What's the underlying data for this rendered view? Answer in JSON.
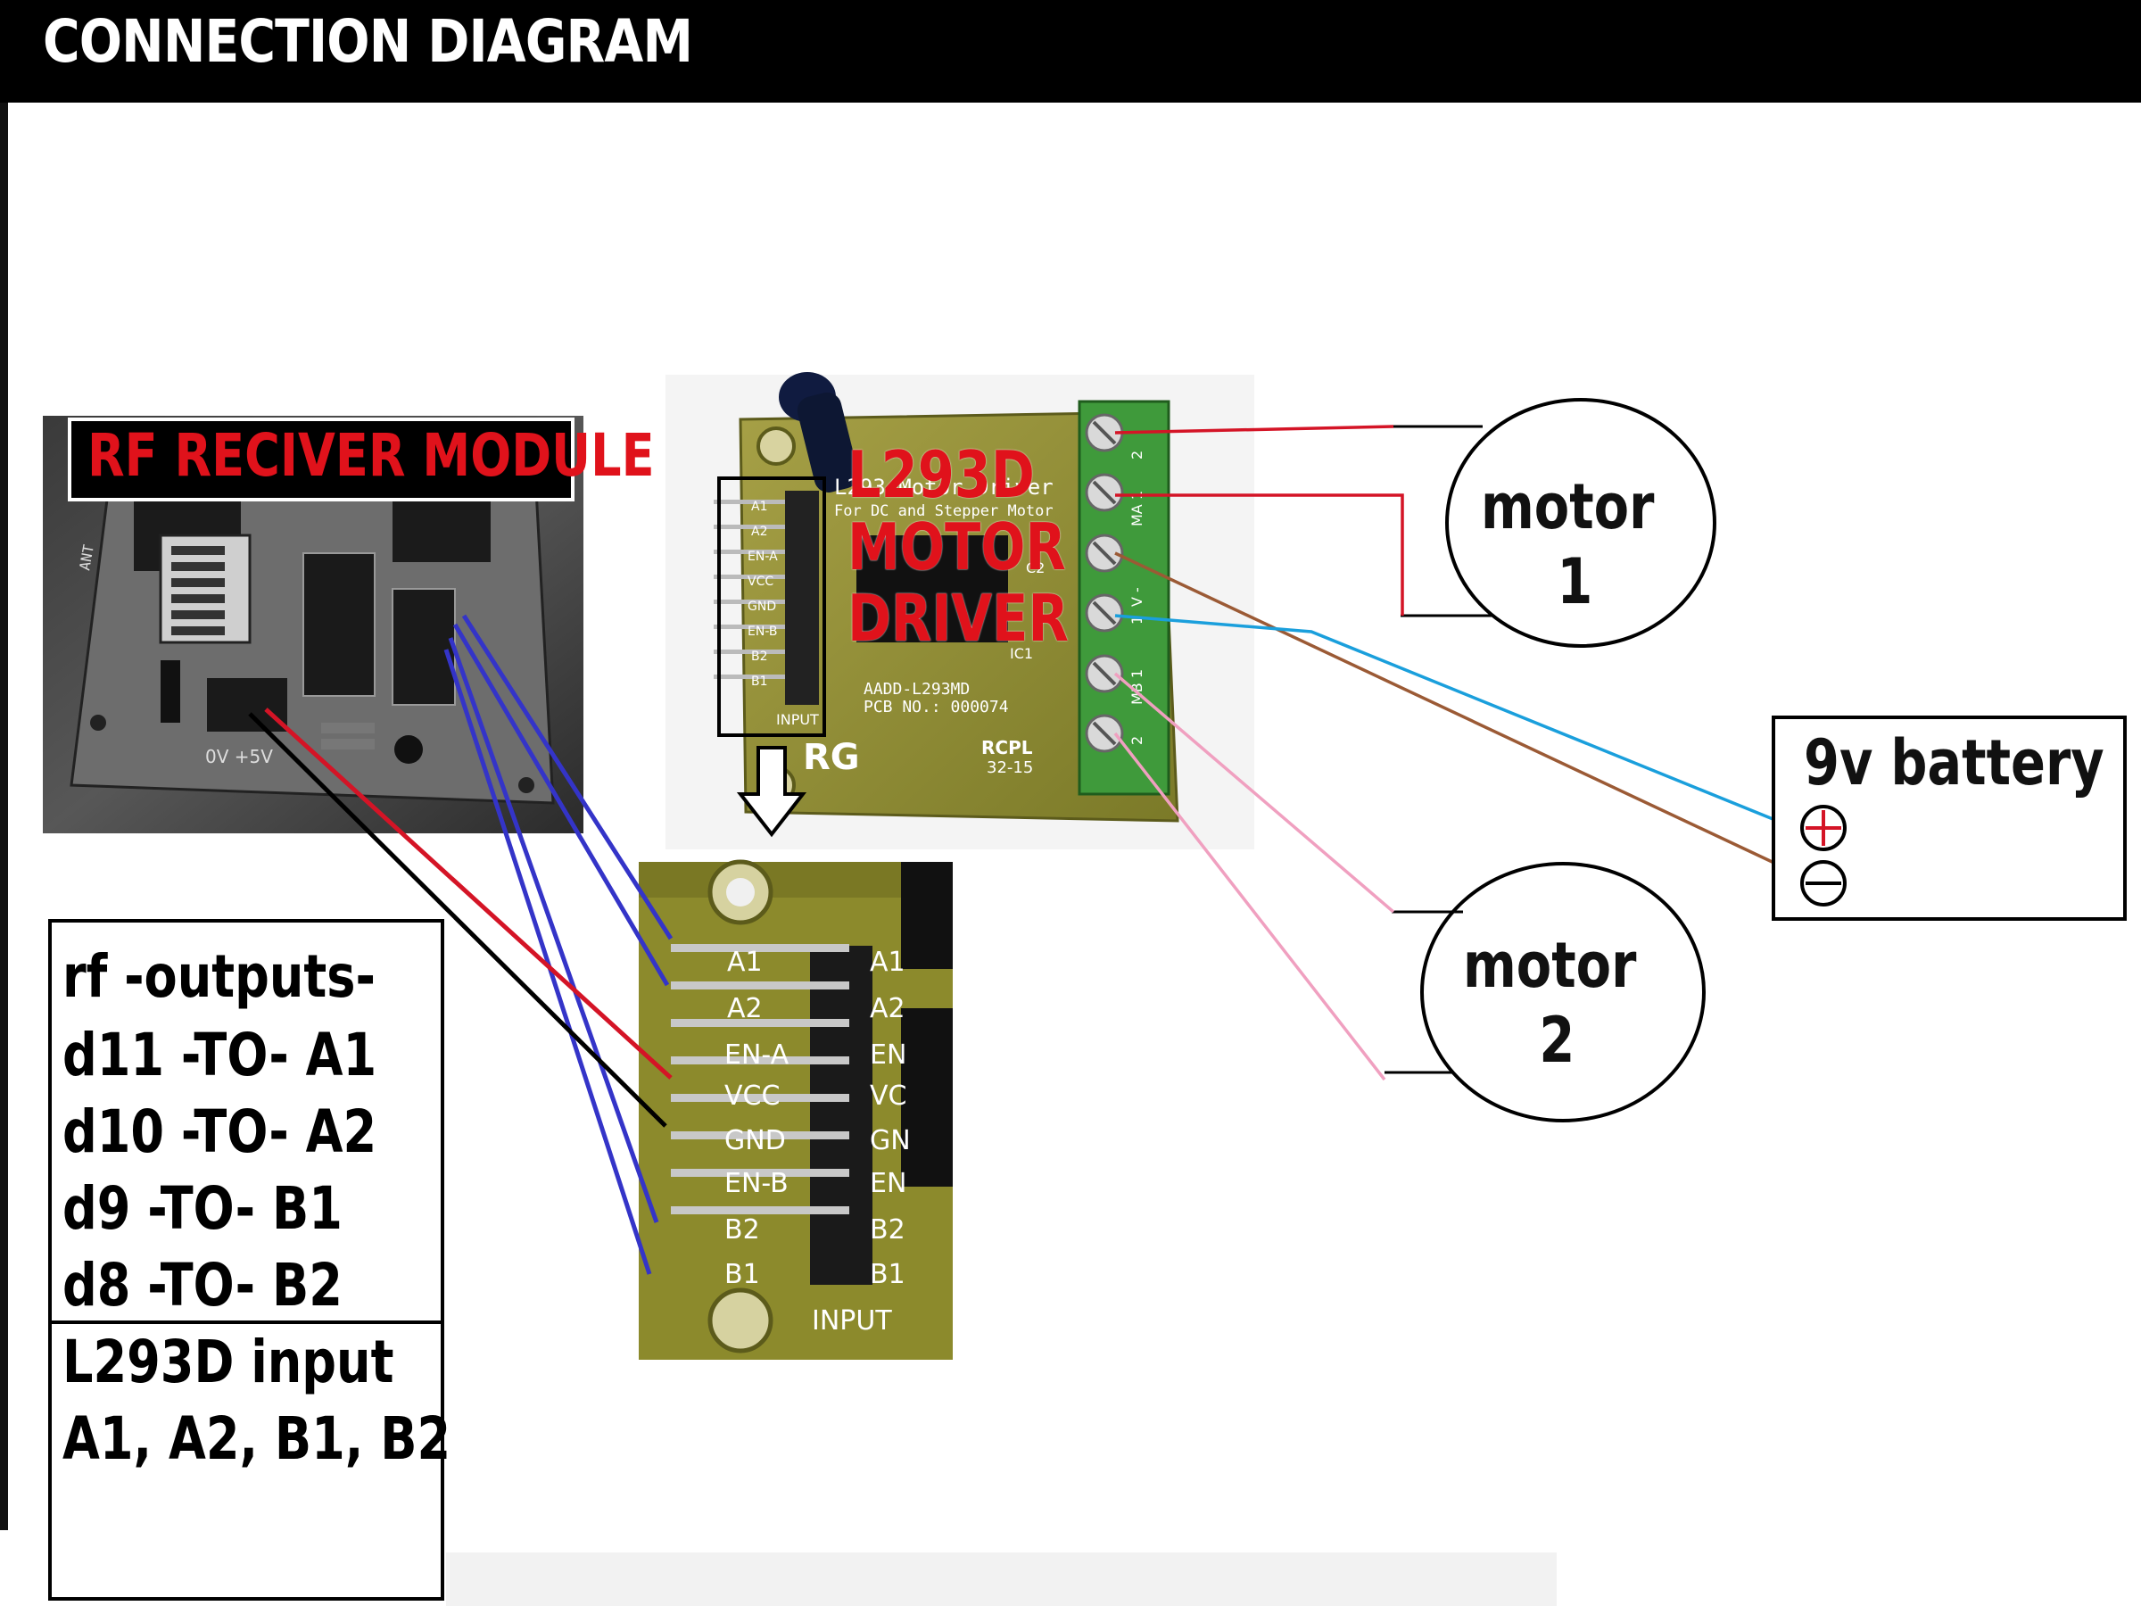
{
  "header": {
    "title": "CONNECTION  DIAGRAM"
  },
  "rf_module": {
    "label": "RF RECIVER MODULE"
  },
  "driver": {
    "label_lines": [
      "L293D",
      "MOTOR",
      "DRIVER"
    ]
  },
  "motor1": {
    "label_lines": [
      "motor",
      "1"
    ]
  },
  "motor2": {
    "label_lines": [
      "motor",
      "2"
    ]
  },
  "battery": {
    "label": "9v battery"
  },
  "notes": {
    "rf_outputs": [
      "rf -outputs-",
      "d11  -TO-  A1",
      "d10  -TO-  A2",
      "d9   -TO- B1",
      "d8   -TO- B2"
    ],
    "l293_input": [
      "L293D input",
      "A1, A2, B1, B2"
    ]
  },
  "pcb_text": {
    "pins": [
      "A1",
      "A2",
      "EN-A",
      "VCC",
      "GND",
      "EN-B",
      "B2",
      "B1"
    ],
    "pins_mirror": [
      "A1",
      "A2",
      "EN",
      "VC",
      "GN",
      "EN",
      "B2",
      "B1"
    ],
    "input_label": "INPUT",
    "board_title": "L293 Motor Driver",
    "board_subtitle": "For DC and Stepper Motor",
    "part_no": "AADD-L293MD",
    "pcb_no": "PCB NO.: 000074",
    "brand": "RG",
    "rcpl": "RCPL",
    "rcpl_code": "32-15",
    "terminal_labels": [
      "2",
      "MA 1",
      "V -",
      "1",
      "MB 1",
      "2"
    ],
    "rf_silk": "ANT",
    "rf_power": "0V +5V",
    "c2": "C2",
    "ic1": "IC1"
  },
  "colors": {
    "wire_red": "#d41426",
    "wire_blue": "#3434c8",
    "wire_black": "#000000",
    "wire_cyan": "#1a9fdc",
    "wire_brown": "#9b5a35",
    "wire_pink": "#f0a0c0",
    "pcb_green": "#8c8a2c",
    "terminal_green": "#3f9a3b"
  }
}
